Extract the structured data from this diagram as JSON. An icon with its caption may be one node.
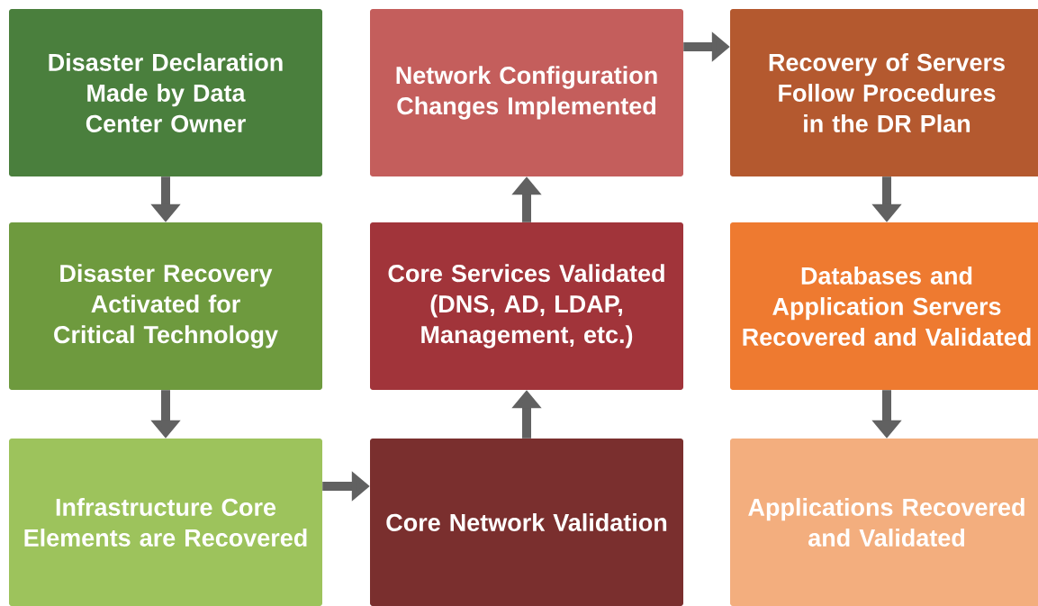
{
  "diagram": {
    "nodes": [
      {
        "text": [
          "Disaster Declaration Made by Data Center Owner"
        ]
      },
      {
        "text": [
          "Disaster Recovery Activated for Critical Technology"
        ]
      },
      {
        "text": [
          "Infrastructure Core Elements are Recovered"
        ]
      },
      {
        "text": [
          "Core Network Validation"
        ]
      },
      {
        "text": [
          "Core Services Validated (DNS, AD, LDAP, Management, etc.)"
        ]
      },
      {
        "text": [
          "Network Configuration Changes Implemented"
        ]
      },
      {
        "text": [
          "Recovery of Servers Follow Procedures in the DR Plan"
        ]
      },
      {
        "text": [
          "Databases and Application Servers Recovered and Validated"
        ]
      },
      {
        "text": [
          "Applications Recovered and Validated"
        ]
      }
    ],
    "edges": [
      {
        "from": 0,
        "to": 1,
        "arrow": "to"
      },
      {
        "from": 1,
        "to": 2,
        "arrow": "to"
      },
      {
        "from": 2,
        "to": 3,
        "arrow": "to"
      },
      {
        "from": 3,
        "to": 4,
        "arrow": "to"
      },
      {
        "from": 4,
        "to": 5,
        "arrow": "to"
      },
      {
        "from": 5,
        "to": 6,
        "arrow": "to"
      },
      {
        "from": 6,
        "to": 7,
        "arrow": "to"
      },
      {
        "from": 7,
        "to": 8,
        "arrow": "to"
      }
    ]
  }
}
